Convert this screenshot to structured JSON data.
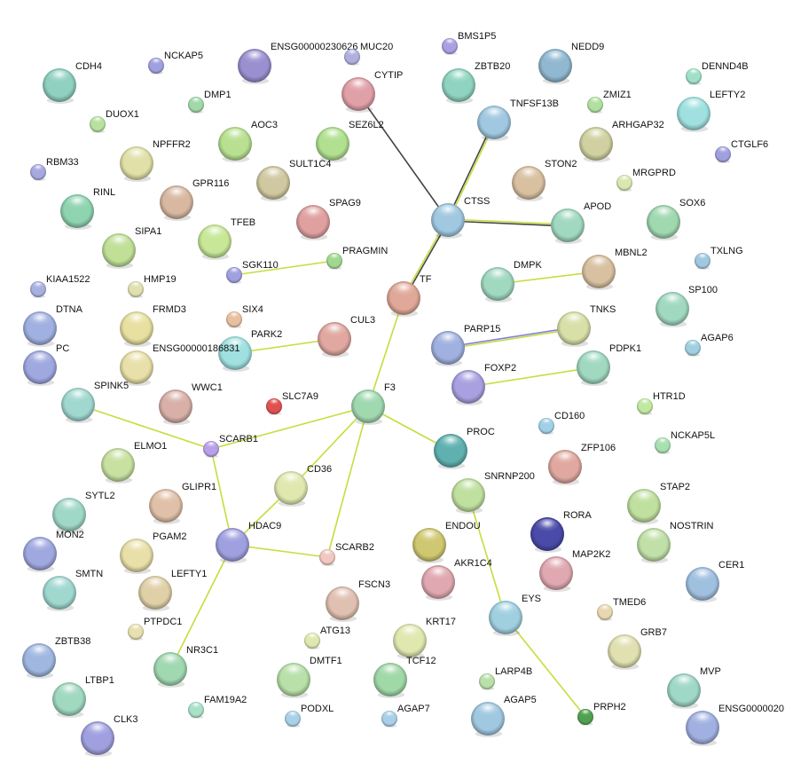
{
  "network": {
    "nodes": [
      {
        "label": "CDH4",
        "color": "#8fd0c0"
      },
      {
        "label": "NCKAP5",
        "color": "#a0a0e0"
      },
      {
        "label": "ENSG00000230626",
        "color": "#9a90d0"
      },
      {
        "label": "MUC20",
        "color": "#b0b0e0"
      },
      {
        "label": "BMS1P5",
        "color": "#a8a0e0"
      },
      {
        "label": "NEDD9",
        "color": "#90b8d0"
      },
      {
        "label": "DENND4B",
        "color": "#a0e0c8"
      },
      {
        "label": "ZBTB20",
        "color": "#8fd4c0"
      },
      {
        "label": "CYTIP",
        "color": "#e0a0a8"
      },
      {
        "label": "DMP1",
        "color": "#a0d8a8"
      },
      {
        "label": "DUOX1",
        "color": "#b8e0a0"
      },
      {
        "label": "ZMIZ1",
        "color": "#b0e0a0"
      },
      {
        "label": "LEFTY2",
        "color": "#a0e0e0"
      },
      {
        "label": "TNFSF13B",
        "color": "#a0c8e0"
      },
      {
        "label": "AOC3",
        "color": "#b8e090"
      },
      {
        "label": "SEZ6L2",
        "color": "#b0e090"
      },
      {
        "label": "ARHGAP32",
        "color": "#d0d0a0"
      },
      {
        "label": "CTGLF6",
        "color": "#a0a0e0"
      },
      {
        "label": "NPFFR2",
        "color": "#e0e0a8"
      },
      {
        "label": "RBM33",
        "color": "#a8a8e0"
      },
      {
        "label": "SULT1C4",
        "color": "#d0c8a0"
      },
      {
        "label": "STON2",
        "color": "#d8c0a0"
      },
      {
        "label": "MRGPRD",
        "color": "#d8e8b0"
      },
      {
        "label": "GPR116",
        "color": "#d8b8a0"
      },
      {
        "label": "RINL",
        "color": "#8fd4b0"
      },
      {
        "label": "CTSS",
        "color": "#a0c8e0"
      },
      {
        "label": "SPAG9",
        "color": "#e0a0a0"
      },
      {
        "label": "APOD",
        "color": "#a0d8c0"
      },
      {
        "label": "SOX6",
        "color": "#a0d8b0"
      },
      {
        "label": "TFEB",
        "color": "#c8e898"
      },
      {
        "label": "SIPA1",
        "color": "#c0e098"
      },
      {
        "label": "PRAGMIN",
        "color": "#a0d890"
      },
      {
        "label": "TXLNG",
        "color": "#a0c8e0"
      },
      {
        "label": "SGK110",
        "color": "#a0a0e0"
      },
      {
        "label": "MBNL2",
        "color": "#d8c0a0"
      },
      {
        "label": "DMPK",
        "color": "#a0d8c0"
      },
      {
        "label": "KIAA1522",
        "color": "#a8b0e0"
      },
      {
        "label": "HMP19",
        "color": "#e0e0b0"
      },
      {
        "label": "TF",
        "color": "#e0a898"
      },
      {
        "label": "SP100",
        "color": "#a0d8c0"
      },
      {
        "label": "DTNA",
        "color": "#a0b0e0"
      },
      {
        "label": "FRMD3",
        "color": "#e8e0a0"
      },
      {
        "label": "SIX4",
        "color": "#e8c0a0"
      },
      {
        "label": "CUL3",
        "color": "#e0a8a0"
      },
      {
        "label": "TNKS",
        "color": "#d8e0a8"
      },
      {
        "label": "PARP15",
        "color": "#a0b0e0"
      },
      {
        "label": "PARK2",
        "color": "#a0e0e0"
      },
      {
        "label": "ENSG00000186831",
        "color": "#e8e0a8"
      },
      {
        "label": "PC",
        "color": "#a0a8e0"
      },
      {
        "label": "AGAP6",
        "color": "#a0d0e0"
      },
      {
        "label": "PDPK1",
        "color": "#a0d8c0"
      },
      {
        "label": "FOXP2",
        "color": "#a8a0e0"
      },
      {
        "label": "SPINK5",
        "color": "#a0d8d0"
      },
      {
        "label": "WWC1",
        "color": "#d8b0a8"
      },
      {
        "label": "F3",
        "color": "#a0d8b0"
      },
      {
        "label": "SLC7A9",
        "color": "#e05050"
      },
      {
        "label": "HTR1D",
        "color": "#c0e8a0"
      },
      {
        "label": "CD160",
        "color": "#a0d0e8"
      },
      {
        "label": "PROC",
        "color": "#60b0b0"
      },
      {
        "label": "NCKAP5L",
        "color": "#a8e0b0"
      },
      {
        "label": "SCARB1",
        "color": "#b8a0e8"
      },
      {
        "label": "ELMO1",
        "color": "#c8e0a0"
      },
      {
        "label": "ZFP106",
        "color": "#e0a8a0"
      },
      {
        "label": "CD36",
        "color": "#e0e8b0"
      },
      {
        "label": "SNRNP200",
        "color": "#c0e0a0"
      },
      {
        "label": "SYTL2",
        "color": "#a0d8c8"
      },
      {
        "label": "GLIPR1",
        "color": "#e0c0a8"
      },
      {
        "label": "STAP2",
        "color": "#c0e0a0"
      },
      {
        "label": "RORA",
        "color": "#4a4aa8"
      },
      {
        "label": "MON2",
        "color": "#a0a8e0"
      },
      {
        "label": "HDAC9",
        "color": "#a0a0e0"
      },
      {
        "label": "ENDOU",
        "color": "#d0c870"
      },
      {
        "label": "PGAM2",
        "color": "#e8e0a8"
      },
      {
        "label": "SCARB2",
        "color": "#f0c8c0"
      },
      {
        "label": "NOSTRIN",
        "color": "#c0e0a8"
      },
      {
        "label": "MAP2K2",
        "color": "#e0a8b0"
      },
      {
        "label": "CER1",
        "color": "#a0c0e0"
      },
      {
        "label": "SMTN",
        "color": "#a0d8d0"
      },
      {
        "label": "AKR1C4",
        "color": "#e0a8b0"
      },
      {
        "label": "LEFTY1",
        "color": "#e0d0a8"
      },
      {
        "label": "FSCN3",
        "color": "#e0c0b0"
      },
      {
        "label": "EYS",
        "color": "#a0d0e0"
      },
      {
        "label": "TMED6",
        "color": "#e8d8b0"
      },
      {
        "label": "PTPDC1",
        "color": "#e8e0b0"
      },
      {
        "label": "KRT17",
        "color": "#e0e8b0"
      },
      {
        "label": "ATG13",
        "color": "#e0e8b0"
      },
      {
        "label": "GRB7",
        "color": "#e0e0b0"
      },
      {
        "label": "ZBTB38",
        "color": "#a0b8e0"
      },
      {
        "label": "NR3C1",
        "color": "#a0d8b0"
      },
      {
        "label": "DMTF1",
        "color": "#b8e0a8"
      },
      {
        "label": "TCF12",
        "color": "#a0d8a8"
      },
      {
        "label": "LARP4B",
        "color": "#b8e0a8"
      },
      {
        "label": "MVP",
        "color": "#a0d8c8"
      },
      {
        "label": "LTBP1",
        "color": "#a0d8c0"
      },
      {
        "label": "FAM19A2",
        "color": "#a8e0c8"
      },
      {
        "label": "PODXL",
        "color": "#a8d0e8"
      },
      {
        "label": "AGAP7",
        "color": "#a8d0e8"
      },
      {
        "label": "AGAP5",
        "color": "#a0c8e0"
      },
      {
        "label": "PRPH2",
        "color": "#50a050"
      },
      {
        "label": "ENSG0000020",
        "color": "#a0b0e0"
      },
      {
        "label": "CLK3",
        "color": "#a0a0e0"
      }
    ],
    "edges": [
      {
        "a": "CYTIP",
        "b": "CTSS",
        "colors": [
          "#444444"
        ]
      },
      {
        "a": "TNFSF13B",
        "b": "CTSS",
        "colors": [
          "#c8dc3c",
          "#444444"
        ]
      },
      {
        "a": "CTSS",
        "b": "APOD",
        "colors": [
          "#c8dc3c",
          "#444444"
        ]
      },
      {
        "a": "CTSS",
        "b": "TF",
        "colors": [
          "#444444",
          "#c8dc3c"
        ]
      },
      {
        "a": "SGK110",
        "b": "PRAGMIN",
        "colors": [
          "#c8dc3c"
        ]
      },
      {
        "a": "DMPK",
        "b": "MBNL2",
        "colors": [
          "#c8dc3c"
        ]
      },
      {
        "a": "PARP15",
        "b": "TNKS",
        "colors": [
          "#8080e0",
          "#c8dc3c"
        ]
      },
      {
        "a": "FOXP2",
        "b": "PDPK1",
        "colors": [
          "#c8dc3c"
        ]
      },
      {
        "a": "PARK2",
        "b": "CUL3",
        "colors": [
          "#c8dc3c"
        ]
      },
      {
        "a": "TF",
        "b": "F3",
        "colors": [
          "#c8dc3c"
        ]
      },
      {
        "a": "F3",
        "b": "SCARB1",
        "colors": [
          "#c8dc3c"
        ]
      },
      {
        "a": "F3",
        "b": "PROC",
        "colors": [
          "#c8dc3c"
        ]
      },
      {
        "a": "F3",
        "b": "CD36",
        "colors": [
          "#c8dc3c"
        ]
      },
      {
        "a": "F3",
        "b": "SCARB2",
        "colors": [
          "#c8dc3c"
        ]
      },
      {
        "a": "SPINK5",
        "b": "SCARB1",
        "colors": [
          "#c8dc3c"
        ]
      },
      {
        "a": "SCARB1",
        "b": "HDAC9",
        "colors": [
          "#c8dc3c"
        ]
      },
      {
        "a": "CD36",
        "b": "HDAC9",
        "colors": [
          "#c8dc3c"
        ]
      },
      {
        "a": "HDAC9",
        "b": "SCARB2",
        "colors": [
          "#c8dc3c"
        ]
      },
      {
        "a": "HDAC9",
        "b": "NR3C1",
        "colors": [
          "#c8dc3c"
        ]
      },
      {
        "a": "SNRNP200",
        "b": "EYS",
        "colors": [
          "#c8dc3c"
        ]
      },
      {
        "a": "EYS",
        "b": "PRPH2",
        "colors": [
          "#c8dc3c"
        ]
      }
    ]
  }
}
